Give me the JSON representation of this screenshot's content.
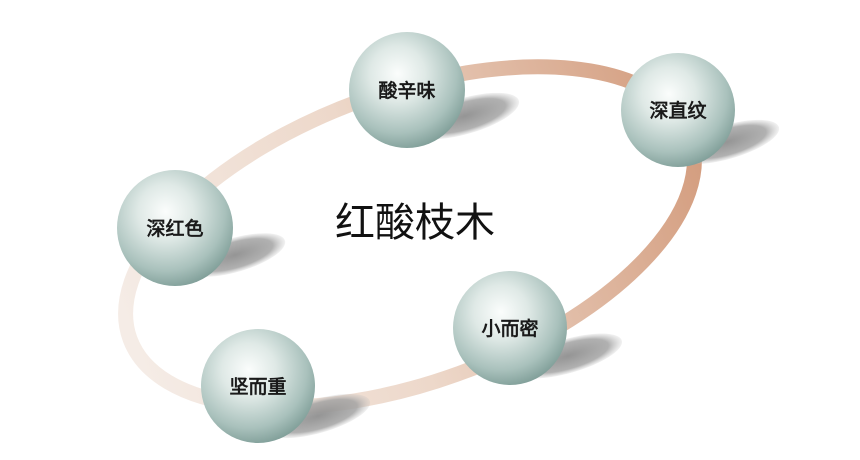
{
  "diagram": {
    "title": "红酸枝木",
    "nodes": [
      {
        "id": "sour-spicy",
        "label": "酸辛味"
      },
      {
        "id": "deep-straight-grain",
        "label": "深直纹"
      },
      {
        "id": "deep-red-color",
        "label": "深红色"
      },
      {
        "id": "small-dense",
        "label": "小而密"
      },
      {
        "id": "hard-heavy",
        "label": "坚而重"
      }
    ]
  },
  "colors": {
    "ring_light": "#f3e6dd",
    "ring_dark": "#d9a88c",
    "sphere_light": "#f7fbfa",
    "sphere_mid": "#c3d6d2",
    "sphere_dark": "#7f9e98",
    "shadow": "#9a9a9a"
  }
}
